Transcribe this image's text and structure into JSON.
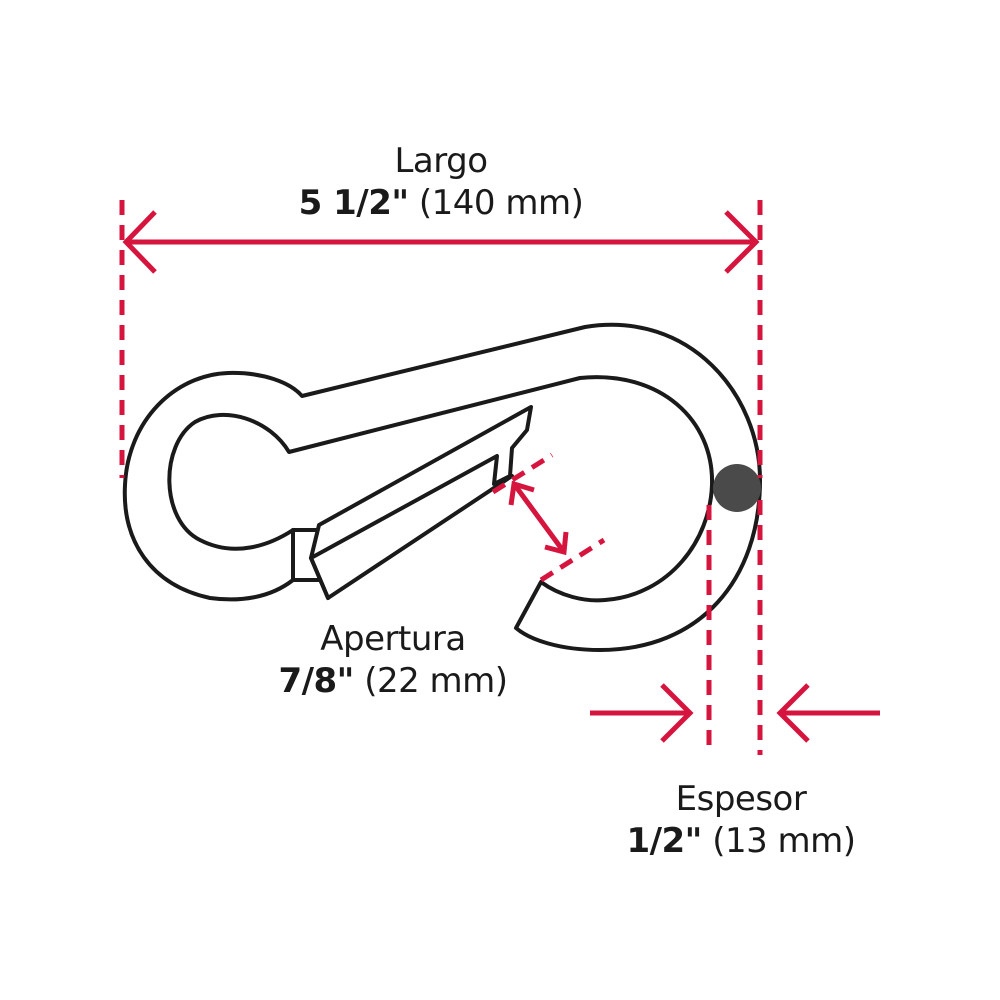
{
  "colors": {
    "accent": "#d6153f",
    "outline": "#1a1a1a",
    "fill": "#ffffff",
    "cross_section": "#4a4a4a"
  },
  "dimensions": {
    "largo": {
      "name": "Largo",
      "imperial": "5 1/2\"",
      "metric": "(140 mm)"
    },
    "apertura": {
      "name": "Apertura",
      "imperial": "7/8\"",
      "metric": "(22 mm)"
    },
    "espesor": {
      "name": "Espesor",
      "imperial": "1/2\"",
      "metric": "(13 mm)"
    }
  }
}
